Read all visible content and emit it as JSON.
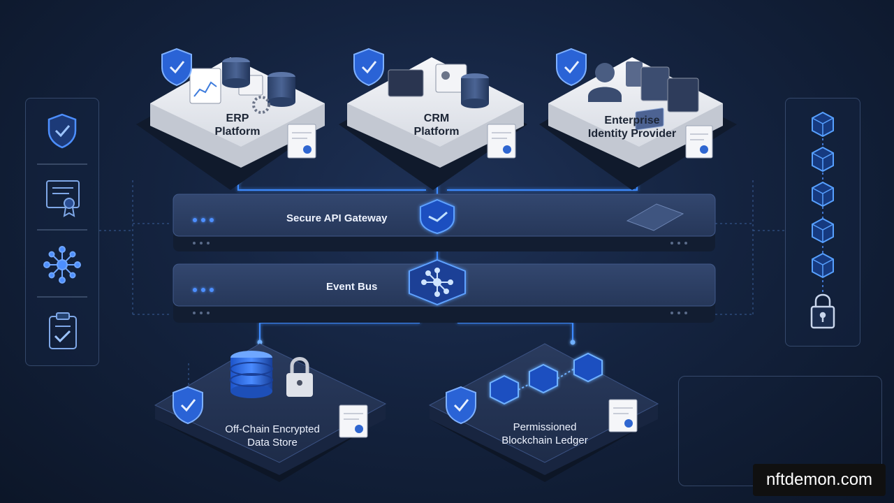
{
  "platforms": {
    "erp": {
      "line1": "ERP",
      "line2": "Platform"
    },
    "crm": {
      "line1": "CRM",
      "line2": "Platform"
    },
    "idp": {
      "line1": "Enterprise",
      "line2": "Identity Provider"
    }
  },
  "bars": {
    "gateway": "Secure API Gateway",
    "event_bus": "Event Bus"
  },
  "stores": {
    "offchain": {
      "line1": "Off-Chain Encrypted",
      "line2": "Data Store"
    },
    "ledger": {
      "line1": "Permissioned",
      "line2": "Blockchain Ledger"
    }
  },
  "left_panel_icons": [
    "shield-check-icon",
    "certificate-icon",
    "network-hub-icon",
    "clipboard-check-icon"
  ],
  "right_panel_icons": [
    "block-icon",
    "block-icon",
    "block-icon",
    "block-icon",
    "block-icon",
    "padlock-icon"
  ],
  "watermark": "nftdemon.com",
  "colors": {
    "accent": "#3d8bff",
    "background": "#14233f",
    "tile": "#eef0f4"
  }
}
